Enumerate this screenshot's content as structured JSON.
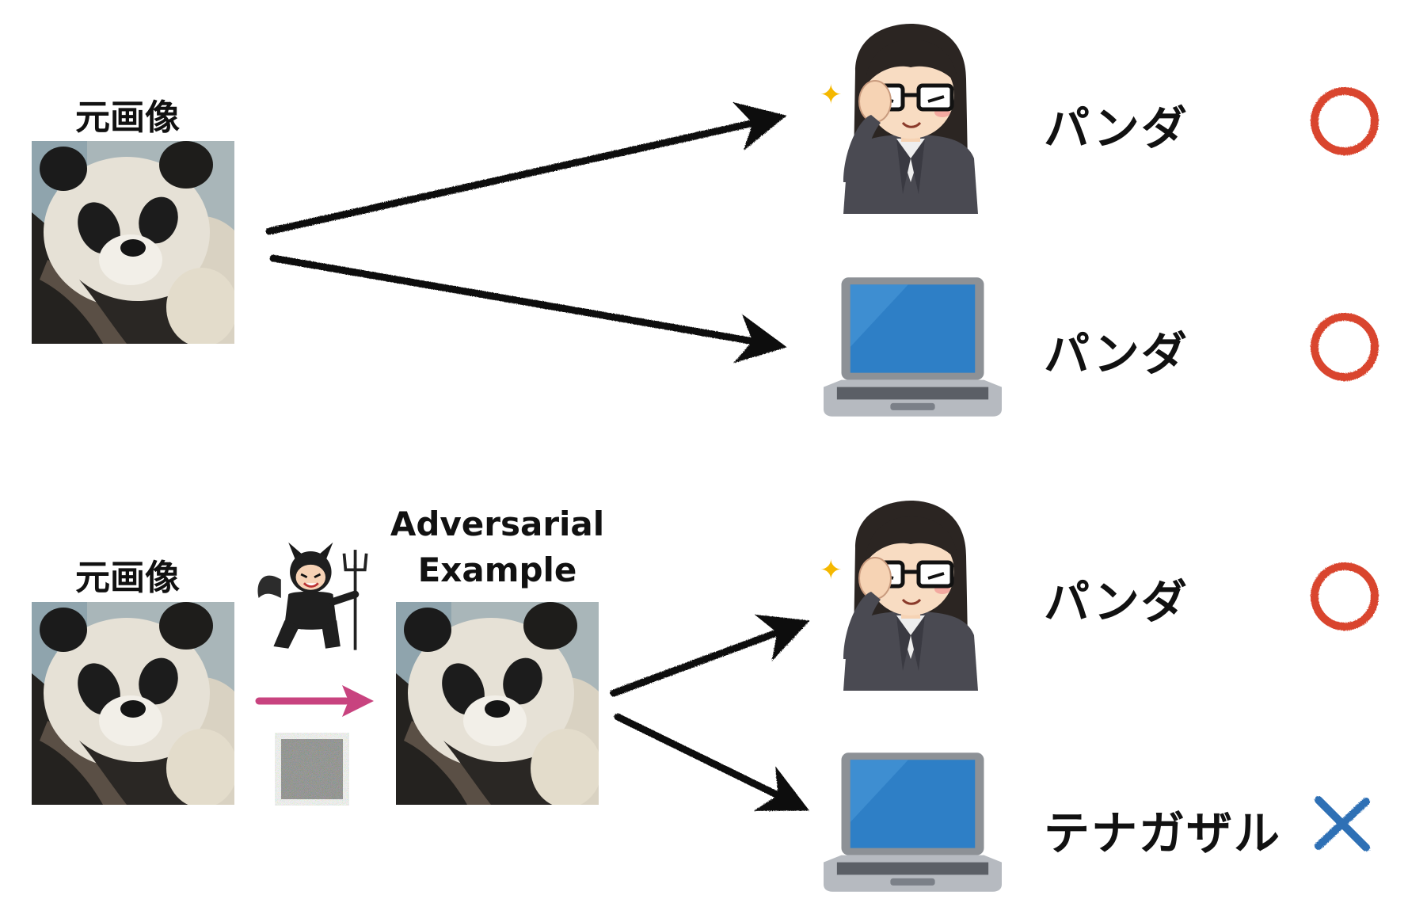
{
  "top": {
    "source_label": "元画像",
    "human_result": "パンダ",
    "computer_result": "パンダ"
  },
  "bottom": {
    "source_label": "元画像",
    "adversarial_title_line1": "Adversarial",
    "adversarial_title_line2": "Example",
    "human_result": "パンダ",
    "computer_result": "テナガザル"
  },
  "colors": {
    "correct_mark": "#d9442e",
    "wrong_mark": "#2f6fb5",
    "perturb_arrow": "#c8437f",
    "arrow": "#111111"
  },
  "icons": {
    "panda_image": "panda-photo",
    "human": "woman-adjusting-glasses-icon",
    "computer": "laptop-icon",
    "attacker": "devil-icon",
    "noise": "noise-patch",
    "correct": "circle-mark-icon",
    "wrong": "cross-mark-icon"
  }
}
